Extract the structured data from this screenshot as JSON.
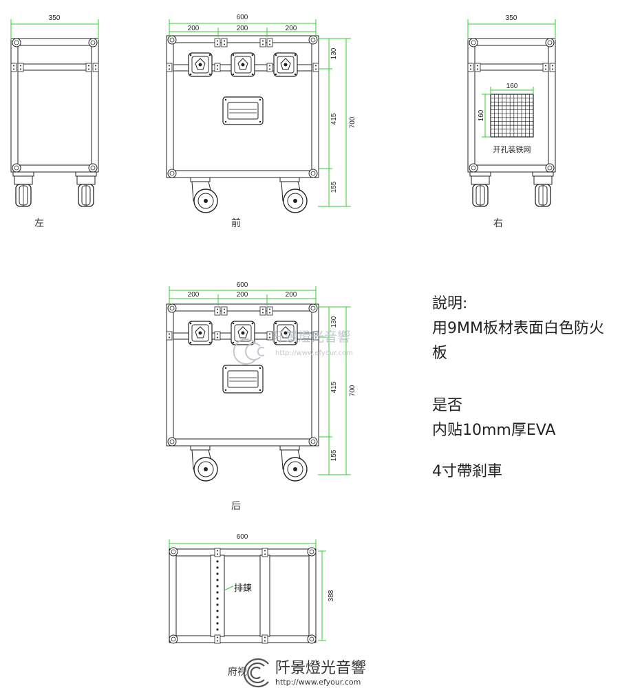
{
  "views": {
    "left": {
      "label": "左",
      "width": "350"
    },
    "front": {
      "label": "前",
      "width": "600",
      "sections": [
        "200",
        "200",
        "200"
      ],
      "heights": [
        "130",
        "415",
        "155"
      ],
      "total_height": "700"
    },
    "right": {
      "label": "右",
      "width": "350",
      "mesh_width": "160",
      "mesh_height": "160",
      "mesh_caption": "开孔装铁网"
    },
    "back": {
      "label": "后",
      "width": "600",
      "sections": [
        "200",
        "200",
        "200"
      ],
      "heights": [
        "130",
        "415",
        "155"
      ],
      "total_height": "700"
    },
    "bottom": {
      "label": "府视",
      "width": "600",
      "depth": "388",
      "rail_label": "排鍊"
    }
  },
  "notes": {
    "heading": "說明:",
    "line1": "用9MM板材表面白色防火",
    "line2": "板",
    "line3": "是否",
    "line4": "内贴10mm厚EVA",
    "line5": "4寸帶剎車"
  },
  "watermark": {
    "brand": "阡景燈光音響",
    "url": "http://www.efyour.com"
  },
  "colors": {
    "dimension": "#33cc33",
    "outline": "#222222"
  }
}
